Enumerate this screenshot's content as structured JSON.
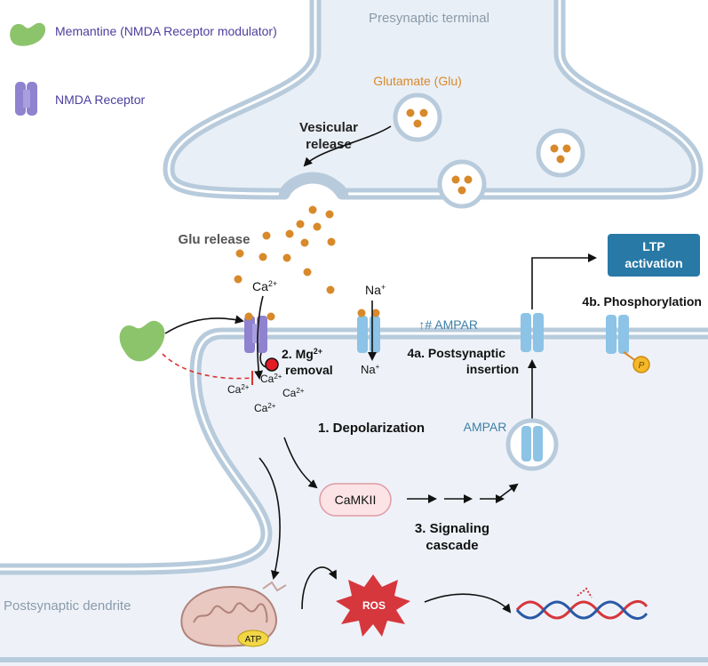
{
  "legend": {
    "memantine": "Memantine (NMDA Receptor modulator)",
    "nmda": "NMDA Receptor"
  },
  "regions": {
    "presynaptic": "Presynaptic terminal",
    "postsynaptic": "Postsynaptic dendrite"
  },
  "labels": {
    "glutamate": "Glutamate (Glu)",
    "vesicular_1": "Vesicular",
    "vesicular_2": "release",
    "glu_release": "Glu release",
    "ca": "Ca",
    "ca_sup": "2+",
    "na": "Na",
    "na_sup": "+",
    "mg_1": "2. Mg",
    "mg_sup": "2+",
    "mg_2": "removal",
    "depolarization": "1.  Depolarization",
    "ampar_up": "↑# AMPAR",
    "insertion_1": "4a. Postsynaptic",
    "insertion_2": "insertion",
    "ampar": "AMPAR",
    "phosphorylation": "4b. Phosphorylation",
    "ltp_1": "LTP",
    "ltp_2": "activation",
    "camkii": "CaMKII",
    "signaling_1": "3. Signaling",
    "signaling_2": "cascade",
    "ros": "ROS",
    "atp": "ATP",
    "p": "P"
  },
  "colors": {
    "membrane": "#b7cbdc",
    "cytoplasm": "#eef2f8",
    "glutamate": "#d8892a",
    "nmda": "#8f82cf",
    "ampar": "#8cc3e6",
    "memantine": "#8cc46b",
    "ltp_box": "#2879a6",
    "ros": "#d5373d",
    "camkii": "#fbe3e6",
    "legend_text": "#4b3f9e",
    "ampar_text": "#3d7fa6"
  }
}
